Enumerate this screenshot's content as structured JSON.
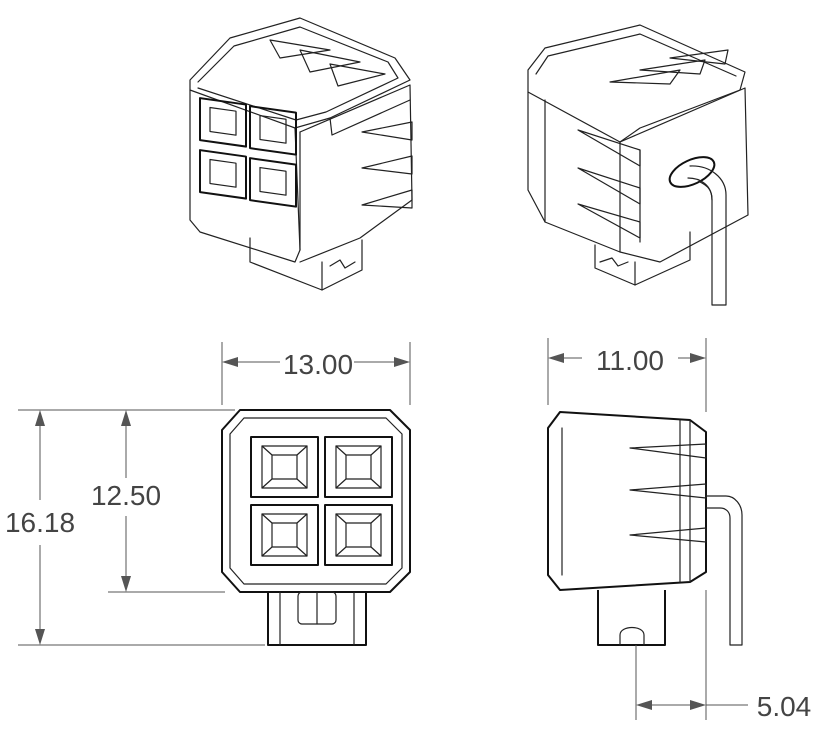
{
  "dimensions": {
    "width_front": "13.00",
    "width_side": "11.00",
    "height_total": "16.18",
    "height_body": "12.50",
    "mount_offset": "5.04"
  },
  "colors": {
    "line": "#222222",
    "dimension": "#555555",
    "background": "#ffffff"
  }
}
